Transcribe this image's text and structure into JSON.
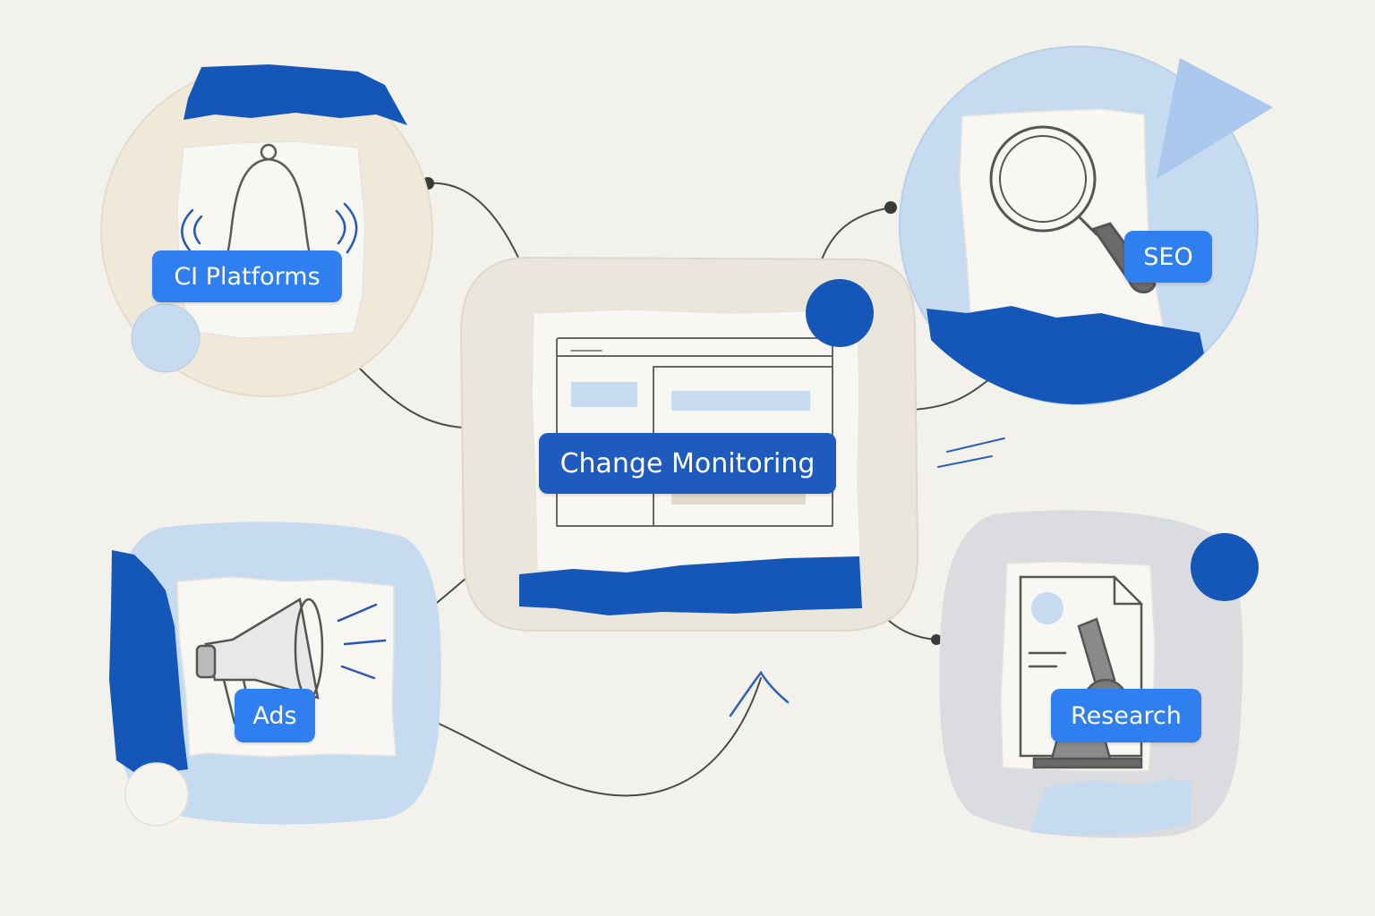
{
  "colors": {
    "background": "#f3f1ec",
    "paper_cream": "#f0e8d8",
    "paper_light_blue": "#c6daf0",
    "paper_grey": "#dadcdf",
    "torn_blue": "#1557b8",
    "label_light_blue": "#2f7ff0",
    "label_dark_blue": "#1f5bbf",
    "pencil_line": "#4a4a4a",
    "accent_arrow": "#2d5fb8"
  },
  "center": {
    "label": "Change Monitoring",
    "icon": "browser-window-icon"
  },
  "nodes": [
    {
      "id": "ci-platforms",
      "label": "CI Platforms",
      "icon": "bell-icon"
    },
    {
      "id": "seo",
      "label": "SEO",
      "icon": "magnifying-glass-icon"
    },
    {
      "id": "ads",
      "label": "Ads",
      "icon": "megaphone-icon"
    },
    {
      "id": "research",
      "label": "Research",
      "icon": "microscope-document-icon"
    }
  ]
}
